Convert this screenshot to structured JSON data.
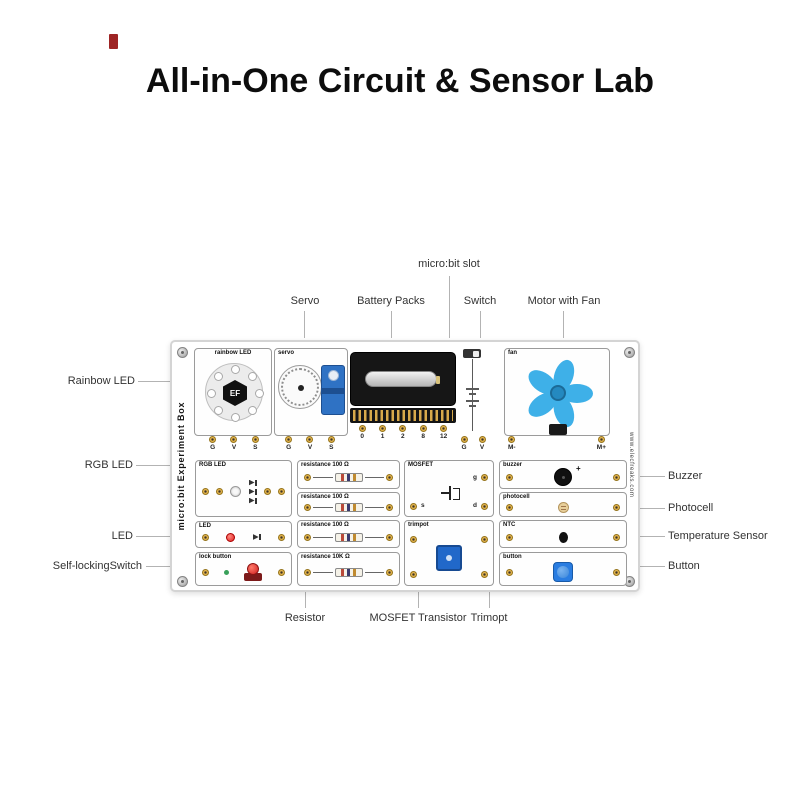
{
  "title": "All-in-One Circuit & Sensor Lab",
  "accent_red": "#9e2424",
  "callouts": {
    "microbit_slot": "micro:bit slot",
    "servo": "Servo",
    "battery_packs": "Battery Packs",
    "switch": "Switch",
    "motor_with_fan": "Motor with Fan",
    "rainbow_led": "Rainbow LED",
    "rgb_led": "RGB LED",
    "led": "LED",
    "self_locking_switch": "Self-lockingSwitch",
    "buzzer": "Buzzer",
    "photocell": "Photocell",
    "temperature_sensor": "Temperature Sensor",
    "button": "Button",
    "resistor": "Resistor",
    "mosfet_transistor": "MOSFET Transistor",
    "trimopt": "Trimopt"
  },
  "board": {
    "left_edge_text": "micro:bit Experiment Box",
    "right_edge_text": "www.elecfreaks.com",
    "rainbow": {
      "label": "rainbow LED",
      "logo": "EF",
      "pins": [
        "G",
        "V",
        "S"
      ]
    },
    "servo": {
      "label": "servo",
      "pins": [
        "G",
        "V",
        "S"
      ]
    },
    "connector": {
      "pins": [
        "0",
        "1",
        "2",
        "8",
        "12"
      ]
    },
    "power": {
      "pins": [
        "G",
        "V"
      ]
    },
    "fan": {
      "label": "fan",
      "pins": [
        "M-",
        "M+"
      ]
    },
    "rgb_led": {
      "label": "RGB LED"
    },
    "led": {
      "label": "LED"
    },
    "lock_button": {
      "label": "lock button"
    },
    "resistors": [
      {
        "label": "resistance 100 Ω"
      },
      {
        "label": "resistance 100 Ω"
      },
      {
        "label": "resistance 100 Ω"
      },
      {
        "label": "resistance 10K Ω"
      }
    ],
    "mosfet": {
      "label": "MOSFET",
      "pins": {
        "g": "g",
        "s": "s",
        "d": "d"
      }
    },
    "trimpot": {
      "label": "trimpot"
    },
    "buzzer": {
      "label": "buzzer",
      "plus": "+"
    },
    "photocell": {
      "label": "photocell"
    },
    "ntc": {
      "label": "NTC"
    },
    "button": {
      "label": "button"
    }
  }
}
